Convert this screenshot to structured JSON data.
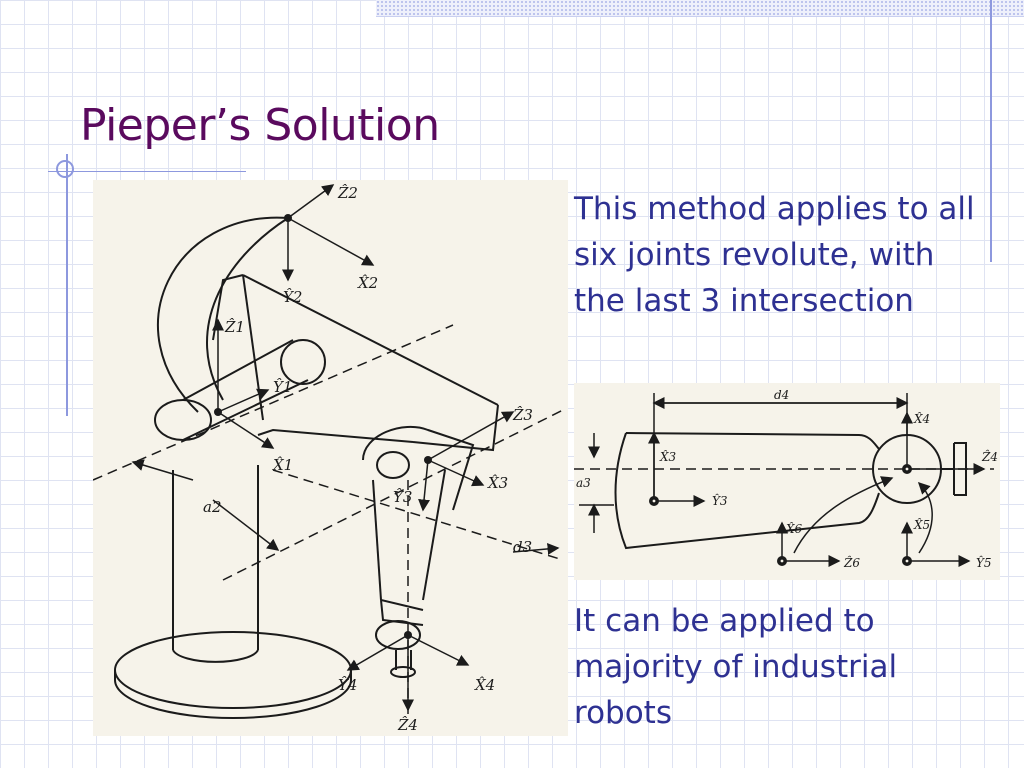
{
  "slide": {
    "title": "Pieper’s Solution",
    "paragraph1": "This method applies to all six joints revolute, with the last 3 intersection",
    "paragraph2": "It can be applied to majority of industrial robots"
  },
  "figure_robot": {
    "labels": {
      "z2": "Ẑ2",
      "x2": "X̂2",
      "y2": "Ŷ2",
      "z1": "Ẑ1",
      "y1": "Ŷ1",
      "x1": "X̂1",
      "a2": "a2",
      "z3": "Ẑ3",
      "x3": "X̂3",
      "y3": "Ŷ3",
      "d3": "d3",
      "y4": "Ŷ4",
      "x4": "X̂4",
      "z4": "Ẑ4"
    }
  },
  "figure_wrist": {
    "labels": {
      "d4": "d4",
      "x4": "X̂4",
      "x3": "X̂3",
      "a3": "a3",
      "y3": "Ŷ3",
      "z4": "Ẑ4",
      "x6": "X̂6",
      "x5": "X̂5",
      "z6": "Ẑ6",
      "y5": "Ŷ5"
    }
  },
  "colors": {
    "title": "#5a0a5e",
    "body_text": "#2e3192",
    "accent_lines": "#8d98de",
    "grid": "#dfe3f2"
  }
}
